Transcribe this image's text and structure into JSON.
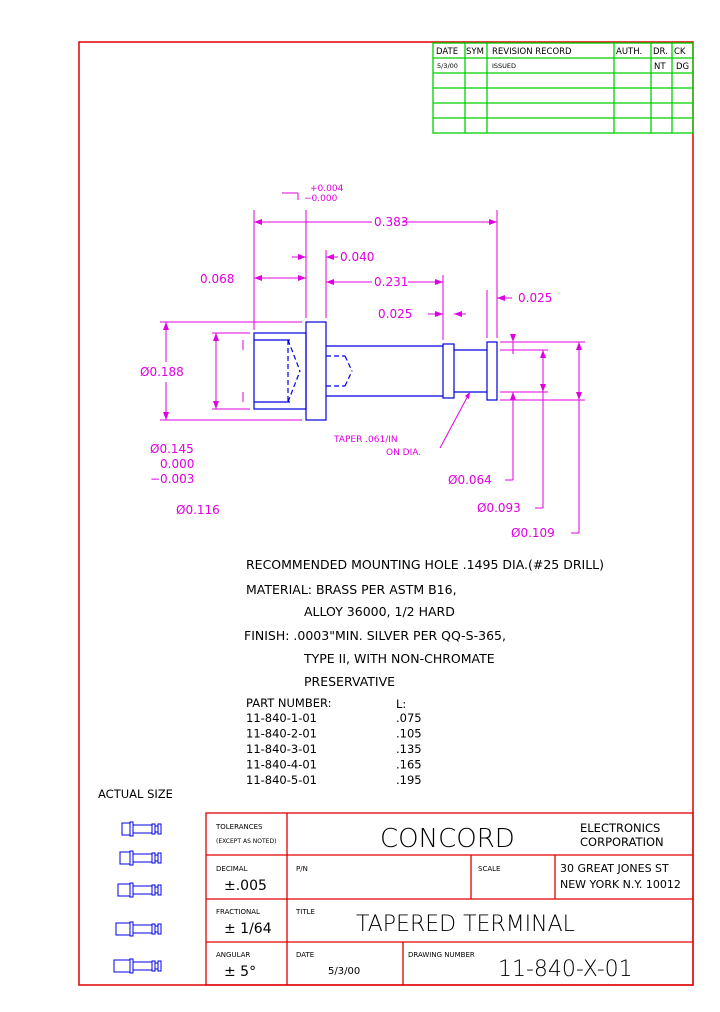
{
  "revision_block": {
    "headers": [
      "DATE",
      "SYM",
      "REVISION RECORD",
      "AUTH.",
      "DR.",
      "CK"
    ],
    "row": {
      "date": "5/3/00",
      "sym": "",
      "record": "ISSUED",
      "auth": "",
      "dr": "NT",
      "ck": "DG"
    }
  },
  "dimensions": {
    "tolerance_plus": "+0.004",
    "tolerance_minus": "−0.000",
    "overall_length": "0.383",
    "head_thickness": "0.040",
    "head_to_groove": "0.231",
    "shank_length": "0.068",
    "groove_width": "0.025",
    "end_length": "0.025",
    "head_diameter": "Ø0.188",
    "bore_diameter": "Ø0.145",
    "bore_tol_plus": "0.000",
    "bore_tol_minus": "−0.003",
    "inner_diameter": "Ø0.116",
    "taper_note_1": "TAPER .061/IN",
    "taper_note_2": "ON DIA.",
    "tip_diameter": "Ø0.064",
    "groove_diameter": "Ø0.093",
    "collar_diameter": "Ø0.109"
  },
  "notes": {
    "mounting": "RECOMMENDED MOUNTING HOLE .1495 DIA.(#25 DRILL)",
    "material_1": "MATERIAL: BRASS PER ASTM B16,",
    "material_2": "ALLOY 36000, 1/2 HARD",
    "finish_1": "FINISH: .0003\"MIN. SILVER PER QQ-S-365,",
    "finish_2": "TYPE II, WITH NON-CHROMATE",
    "finish_3": "PRESERVATIVE"
  },
  "parts_table": {
    "header_part": "PART NUMBER:",
    "header_l": "L:",
    "rows": [
      {
        "part": "11-840-1-01",
        "l": ".075"
      },
      {
        "part": "11-840-2-01",
        "l": ".105"
      },
      {
        "part": "11-840-3-01",
        "l": ".135"
      },
      {
        "part": "11-840-4-01",
        "l": ".165"
      },
      {
        "part": "11-840-5-01",
        "l": ".195"
      }
    ]
  },
  "actual_size_label": "ACTUAL SIZE",
  "title_block": {
    "tolerances_1": "TOLERANCES",
    "tolerances_2": "(EXCEPT AS NOTED)",
    "company": "CONCORD",
    "company_sub_1": "ELECTRONICS",
    "company_sub_2": "CORPORATION",
    "decimal_label": "DECIMAL",
    "decimal_value": "±.005",
    "pn_label": "P/N",
    "scale_label": "SCALE",
    "address_1": "30 GREAT JONES ST",
    "address_2": "NEW YORK N.Y. 10012",
    "fractional_label": "FRACTIONAL",
    "fractional_value": "± 1/64",
    "title_label": "TITLE",
    "title_value": "TAPERED TERMINAL",
    "angular_label": "ANGULAR",
    "angular_value": "± 5°",
    "date_label": "DATE",
    "date_value": "5/3/00",
    "drawing_number_label": "DRAWING NUMBER",
    "drawing_number": "11-840-X-01"
  },
  "colors": {
    "border": "#e00000",
    "dimension": "#e000e0",
    "part": "#0000e0",
    "revision_grid": "#00d000",
    "text": "#000000"
  }
}
